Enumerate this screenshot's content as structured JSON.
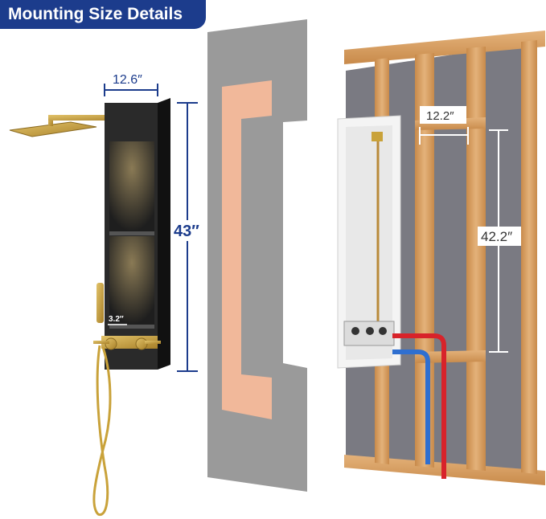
{
  "title": "Mounting Size Details",
  "dimensions": {
    "panel_width": "12.6″",
    "panel_height": "43″",
    "shelf_depth": "3.2″",
    "box_width": "12.2″",
    "box_height": "42.2″"
  },
  "colors": {
    "accent": "#1c3c8c",
    "gold": "#c9a23a",
    "hot_pipe": "#d8232a",
    "cold_pipe": "#2f6fd0",
    "wood": "#d8a060"
  }
}
